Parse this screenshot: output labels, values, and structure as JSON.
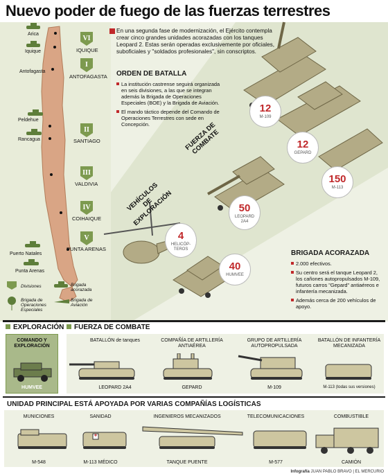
{
  "header": {
    "title": "Nuevo poder de fuego de las fuerzas terrestres"
  },
  "intro": "En una segunda fase de modernización, el Ejército contempla crear cinco grandes unidades acorazadas con los tanques Leopard 2. Estas serán operadas exclusivemente por oficiales, suboficiales y \"soldados profesionales\", sin conscriptos.",
  "orden": {
    "heading": "ORDEN DE BATALLA",
    "bullets": [
      "La institución castrense seguirá organizada en seis divisiones, a las que se integran además la Brigada de Operaciones Especiales (BOE) y la Brigada de Aviación.",
      "El mando táctico depende del Comando de Operaciones Terrestres con sede en Concepción."
    ]
  },
  "map": {
    "cities": [
      "Arica",
      "Iquique",
      "Antofagasta",
      "Peldehue",
      "Rancagua",
      "Puerto Natales",
      "Punta Arenas"
    ],
    "divisions": [
      {
        "roman": "VI",
        "name": "IQUIQUE"
      },
      {
        "roman": "I",
        "name": "ANTOFAGASTA"
      },
      {
        "roman": "II",
        "name": "SANTIAGO"
      },
      {
        "roman": "III",
        "name": "VALDIVIA"
      },
      {
        "roman": "IV",
        "name": "COIHAIQUE"
      },
      {
        "roman": "V",
        "name": "PUNTA ARENAS"
      }
    ],
    "legend": [
      "Divisiones",
      "Brigada acorazada",
      "Brigada de Operaciones Especiales",
      "Brigada de Aviación"
    ]
  },
  "diagram": {
    "combate_label": "FUERZA DE COMBATE",
    "exploracion_label": "VEHÍCULOS DE EXPLORACIÓN",
    "counts": [
      {
        "n": "12",
        "label": "M-109"
      },
      {
        "n": "12",
        "label": "GEPARD"
      },
      {
        "n": "150",
        "label": "M-113"
      },
      {
        "n": "50",
        "label": "LEOPARD 2A4"
      },
      {
        "n": "4",
        "label": "HELICÓP-TEROS"
      },
      {
        "n": "40",
        "label": "HUMVEE"
      }
    ]
  },
  "brigada": {
    "heading": "BRIGADA ACORAZADA",
    "bullets": [
      "2.000 efectivos.",
      "Su centro será el tanque Leopard 2, los cañones autopropulsados M-109, futuros carros \"Gepard\" antiaéreos e infantería mecanizada.",
      "Además cerca de 200 vehículos de apoyo."
    ]
  },
  "exploracion": {
    "heading": "EXPLORACIÓN",
    "unit": "COMANDO Y EXPLORACIÓN",
    "vehicle": "HUMVEE"
  },
  "combate": {
    "heading": "FUERZA DE COMBATE",
    "units": [
      {
        "title": "BATALLÓN de tanques",
        "vehicle": "LEOPARD 2A4"
      },
      {
        "title": "COMPAÑÍA DE ARTILLERÍA ANTIAÉREA",
        "vehicle": "GEPARD"
      },
      {
        "title": "GRUPO DE ARTILLERÍA AUTOPROPULSADA",
        "vehicle": "M-109"
      },
      {
        "title": "BATALLÓN DE INFANTERÍA MECANIZADA",
        "vehicle": "M-113 (todas sus versiones)"
      }
    ]
  },
  "logistica": {
    "heading": "UNIDAD PRINCIPAL ESTÁ APOYADA POR VARIAS COMPAÑÍAS LOGÍSTICAS",
    "units": [
      {
        "title": "MUNICIONES",
        "vehicle": "M-548"
      },
      {
        "title": "SANIDAD",
        "vehicle": "M-113 MÉDICO"
      },
      {
        "title": "INGENIEROS MECANIZADOS",
        "vehicle": "TANQUE PUENTE"
      },
      {
        "title": "TELECOMUNICACIONES",
        "vehicle": "M-577"
      },
      {
        "title": "COMBUSTIBLE",
        "vehicle": "CAMIÓN"
      }
    ]
  },
  "credit": {
    "role": "Infografía",
    "author": "JUAN PABLO BRAVO | EL MERCURIO"
  },
  "colors": {
    "olive": "#7d9a4f",
    "band": "#dfe5cf",
    "light": "#eef1e4",
    "red": "#c0282a",
    "vehicle": "#a9a07c"
  }
}
